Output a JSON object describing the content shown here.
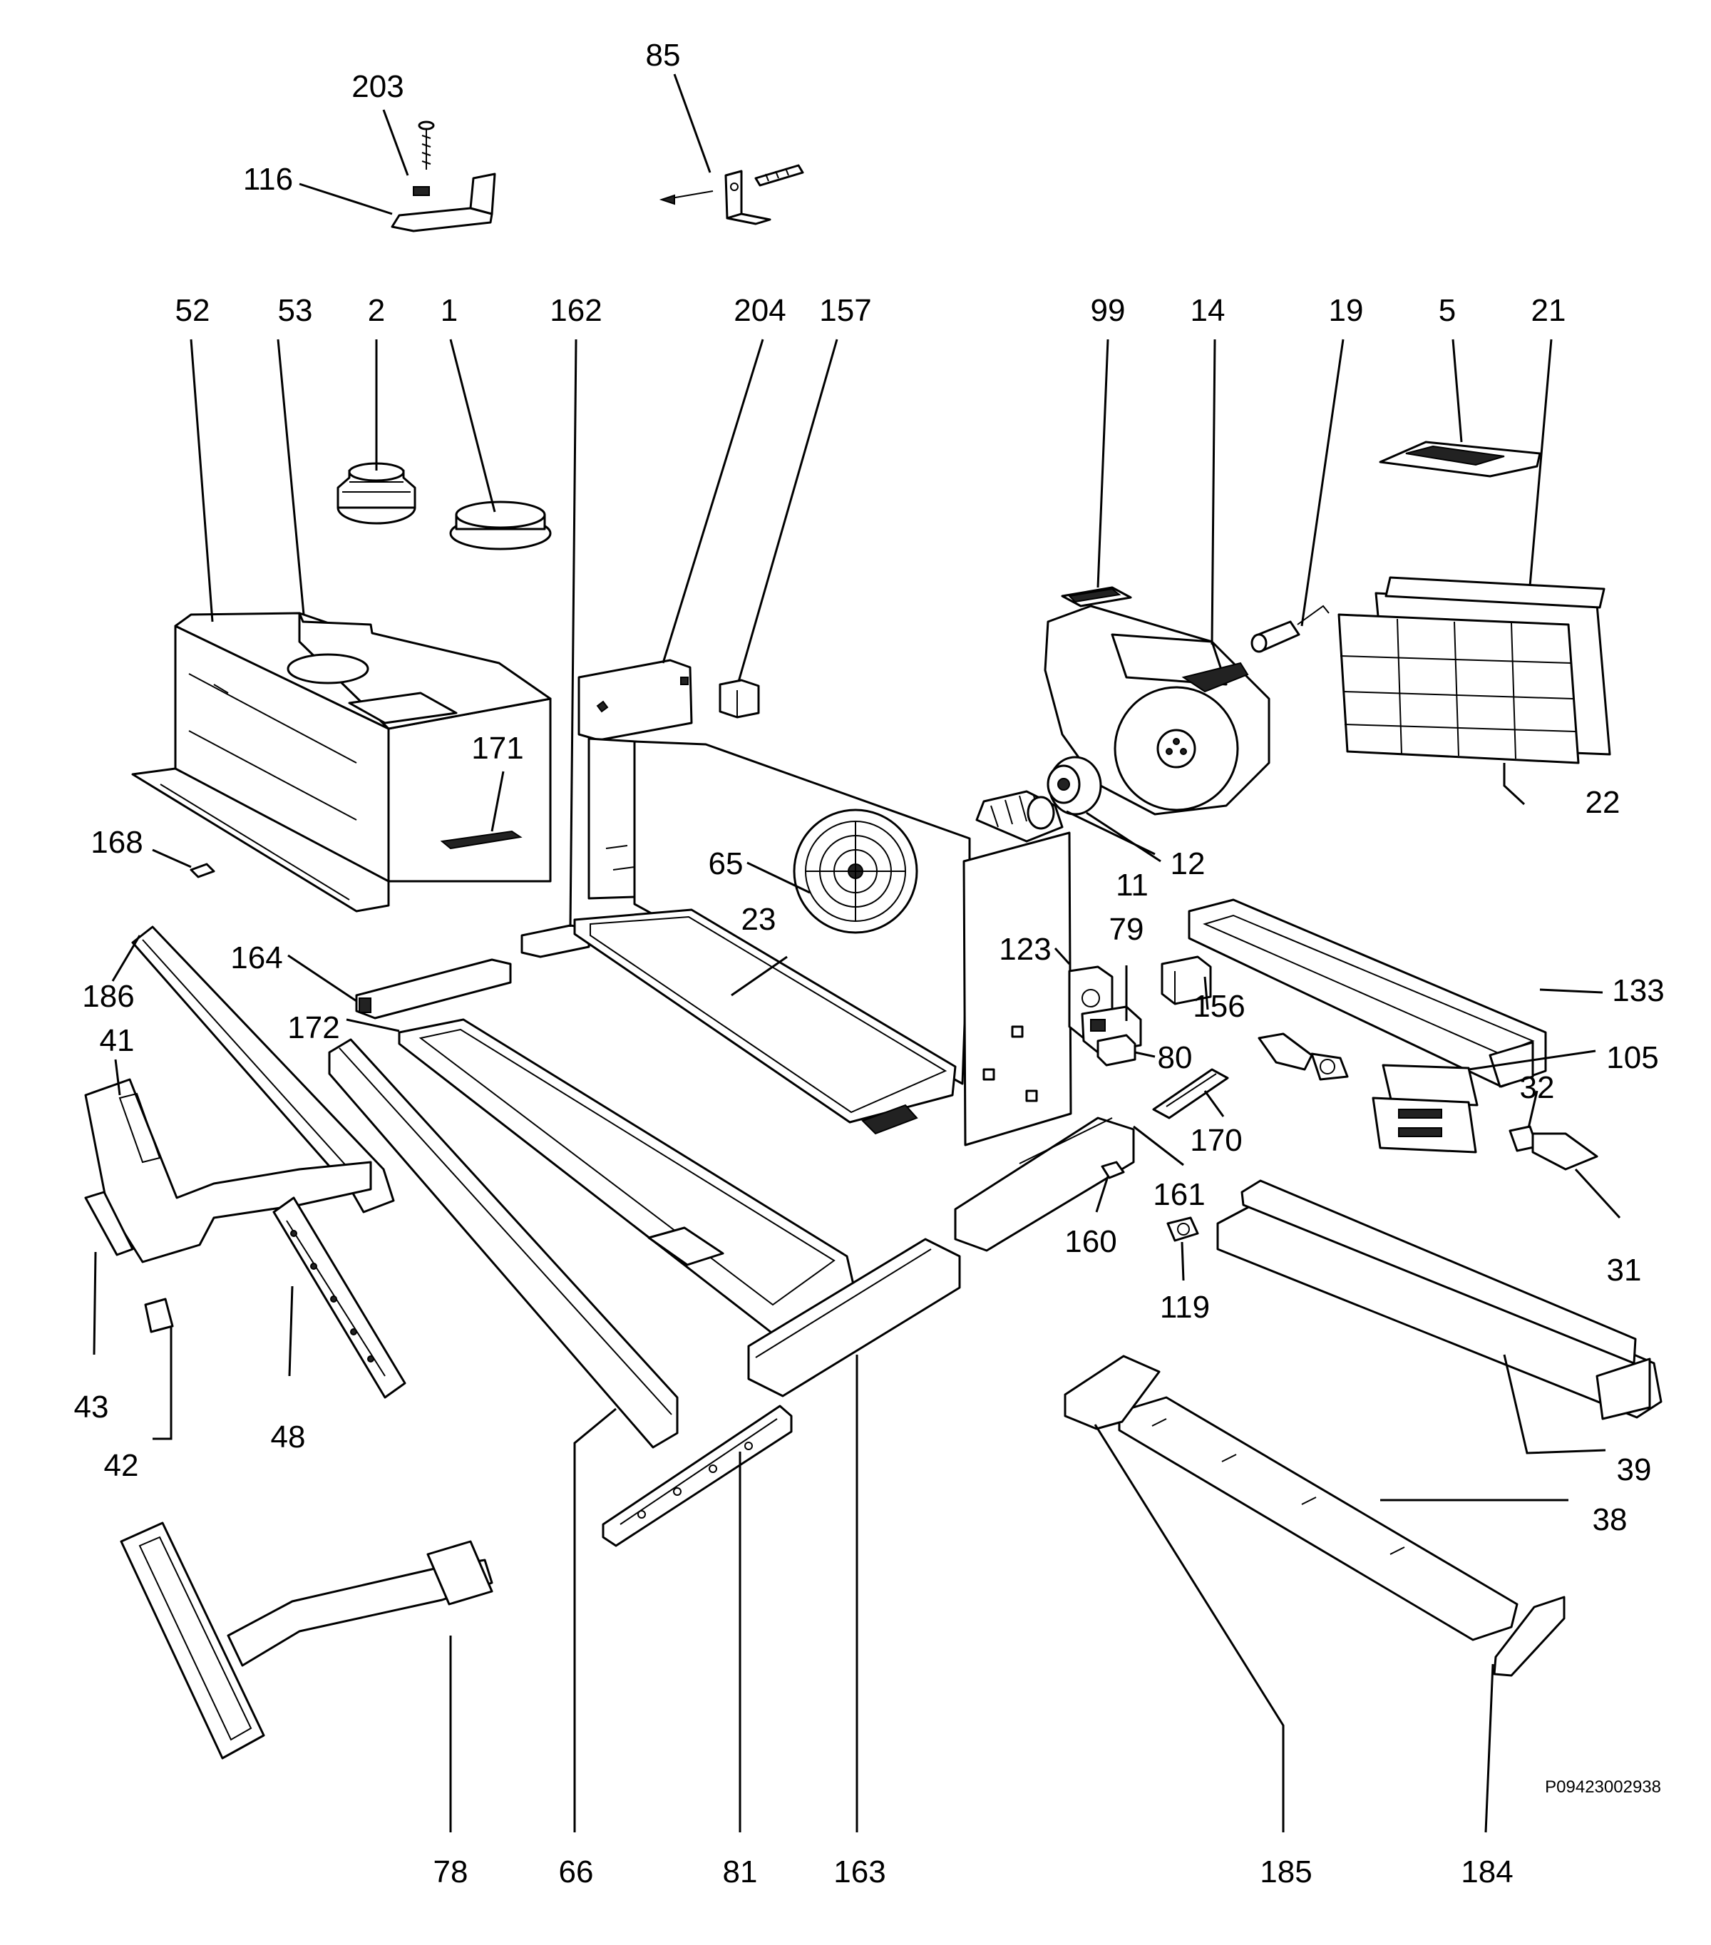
{
  "diagram": {
    "code": "P09423002938",
    "labels": {
      "l203": "203",
      "l85": "85",
      "l116": "116",
      "l52": "52",
      "l53": "53",
      "l2": "2",
      "l1": "1",
      "l162": "162",
      "l204": "204",
      "l157": "157",
      "l99": "99",
      "l14": "14",
      "l19": "19",
      "l5": "5",
      "l21": "21",
      "l171": "171",
      "l168": "168",
      "l65": "65",
      "l22": "22",
      "l12": "12",
      "l11": "11",
      "l79": "79",
      "l123": "123",
      "l186": "186",
      "l164": "164",
      "l23": "23",
      "l156": "156",
      "l133": "133",
      "l41": "41",
      "l172": "172",
      "l80": "80",
      "l105": "105",
      "l32": "32",
      "l170": "170",
      "l161": "161",
      "l160": "160",
      "l31": "31",
      "l119": "119",
      "l43": "43",
      "l48": "48",
      "l42": "42",
      "l39": "39",
      "l38": "38",
      "l78": "78",
      "l66": "66",
      "l81": "81",
      "l163": "163",
      "l185": "185",
      "l184": "184"
    }
  }
}
